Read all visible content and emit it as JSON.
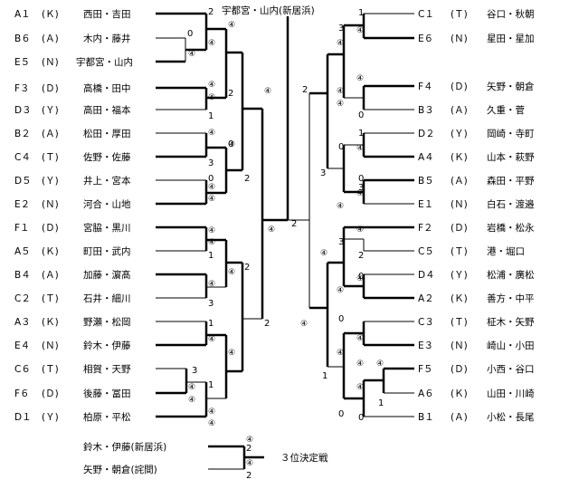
{
  "champion": "宇都宮・山内(新居浜)",
  "round_mark": "④",
  "left": [
    {
      "seed": "A１",
      "team": "(Ｋ)",
      "name": "西田・吉田"
    },
    {
      "seed": "B６",
      "team": "(Ａ)",
      "name": "木内・藤井"
    },
    {
      "seed": "E５",
      "team": "(Ｎ)",
      "name": "宇都宮・山内"
    },
    {
      "seed": "F３",
      "team": "(Ｄ)",
      "name": "高橋・田中"
    },
    {
      "seed": "D３",
      "team": "(Ｙ)",
      "name": "高田・福本"
    },
    {
      "seed": "B２",
      "team": "(Ａ)",
      "name": "松田・厚田"
    },
    {
      "seed": "C４",
      "team": "(Ｔ)",
      "name": "佐野・佐藤"
    },
    {
      "seed": "D５",
      "team": "(Ｙ)",
      "name": "井上・宮本"
    },
    {
      "seed": "E２",
      "team": "(Ｎ)",
      "name": "河合・山地"
    },
    {
      "seed": "F１",
      "team": "(Ｄ)",
      "name": "宮脇・黒川"
    },
    {
      "seed": "A５",
      "team": "(Ｋ)",
      "name": "町田・武内"
    },
    {
      "seed": "B４",
      "team": "(Ａ)",
      "name": "加藤・濵髙"
    },
    {
      "seed": "C２",
      "team": "(Ｔ)",
      "name": "石井・細川"
    },
    {
      "seed": "A３",
      "team": "(Ｋ)",
      "name": "野瀬・松岡"
    },
    {
      "seed": "E４",
      "team": "(Ｎ)",
      "name": "鈴木・伊藤"
    },
    {
      "seed": "C６",
      "team": "(Ｔ)",
      "name": "相賀・天野"
    },
    {
      "seed": "F６",
      "team": "(Ｄ)",
      "name": "後藤・冨田"
    },
    {
      "seed": "D１",
      "team": "(Ｙ)",
      "name": "柏原・平松"
    }
  ],
  "right": [
    {
      "seed": "C１",
      "team": "(Ｔ)",
      "name": "谷口・秋朝"
    },
    {
      "seed": "E６",
      "team": "(Ｎ)",
      "name": "星田・星加"
    },
    {
      "seed": "F４",
      "team": "(Ｄ)",
      "name": "矢野・朝倉"
    },
    {
      "seed": "B３",
      "team": "(Ａ)",
      "name": "久重・菅"
    },
    {
      "seed": "D２",
      "team": "(Ｙ)",
      "name": "岡崎・寺町"
    },
    {
      "seed": "A４",
      "team": "(Ｋ)",
      "name": "山本・萩野"
    },
    {
      "seed": "B５",
      "team": "(Ａ)",
      "name": "森田・平野"
    },
    {
      "seed": "E１",
      "team": "(Ｎ)",
      "name": "白石・渡邉"
    },
    {
      "seed": "F２",
      "team": "(Ｄ)",
      "name": "岩橋・松永"
    },
    {
      "seed": "C５",
      "team": "(Ｔ)",
      "name": "港・堀口"
    },
    {
      "seed": "D４",
      "team": "(Ｙ)",
      "name": "松浦・廣松"
    },
    {
      "seed": "A２",
      "team": "(Ｋ)",
      "name": "善方・中平"
    },
    {
      "seed": "C３",
      "team": "(Ｔ)",
      "name": "柾木・矢野"
    },
    {
      "seed": "E３",
      "team": "(Ｎ)",
      "name": "崎山・小田"
    },
    {
      "seed": "F５",
      "team": "(Ｄ)",
      "name": "小西・谷口"
    },
    {
      "seed": "A６",
      "team": "(Ｋ)",
      "name": "山田・川崎"
    },
    {
      "seed": "B１",
      "team": "(Ａ)",
      "name": "小松・長尾"
    }
  ],
  "third_place": {
    "winner": "鈴木・伊藤(新居浜)",
    "loser": "矢野・朝倉(詫間)",
    "title": "３位決定戦",
    "score_winner": "2",
    "score_loser": "2"
  },
  "scores": {
    "L1a": "2",
    "L1b": "0",
    "L2a": "2",
    "L2b": "1",
    "L3a": "0",
    "L3b": "3",
    "L4a": "0",
    "L4b": "2",
    "L5a": "1",
    "L5b": "3",
    "L6a": "1",
    "L6b": "3",
    "L6c": "1",
    "L_s1": "2",
    "L_s2": "2",
    "L_final": "2",
    "R1a": "1",
    "R1b": "3",
    "R2b": "0",
    "R3a": "1",
    "R3b": "0",
    "R3c": "0",
    "R3d": "3",
    "R_s1": "2",
    "R_s2": "3",
    "R4a": "3",
    "R4b": "2",
    "R5a": "0",
    "R5b": "0",
    "R6a": "1",
    "R6b": "0",
    "R6c": "1",
    "R6d": "0"
  }
}
